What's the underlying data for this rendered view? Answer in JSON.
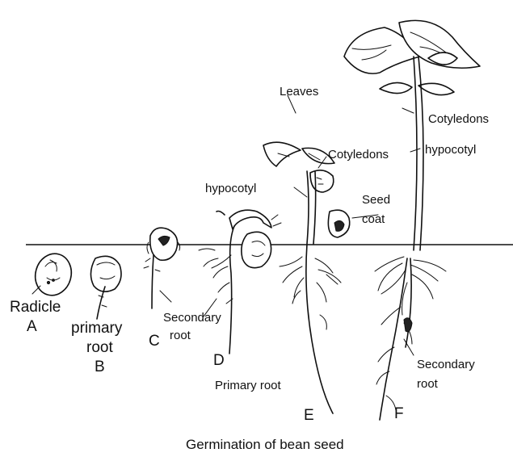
{
  "diagram": {
    "caption": "Germination of bean seed",
    "stages": [
      {
        "letter": "A",
        "label": "Radicle"
      },
      {
        "letter": "B",
        "label": [
          "primary",
          "root"
        ]
      },
      {
        "letter": "C",
        "label": [
          "Secondary",
          "root"
        ]
      },
      {
        "letter": "D",
        "label": "Primary root"
      },
      {
        "letter": "E",
        "label": [
          "Seed",
          "coat"
        ]
      },
      {
        "letter": "F",
        "label": [
          "Secondary",
          "root"
        ]
      }
    ],
    "labels": {
      "leaves": "Leaves",
      "cotyledons_e": "Cotyledons",
      "cotyledons_f": "Cotyledons",
      "hypocotyl_d": "hypocotyl",
      "hypocotyl_f": "hypocotyl"
    },
    "colors": {
      "ink": "#111111",
      "background": "#ffffff"
    }
  }
}
